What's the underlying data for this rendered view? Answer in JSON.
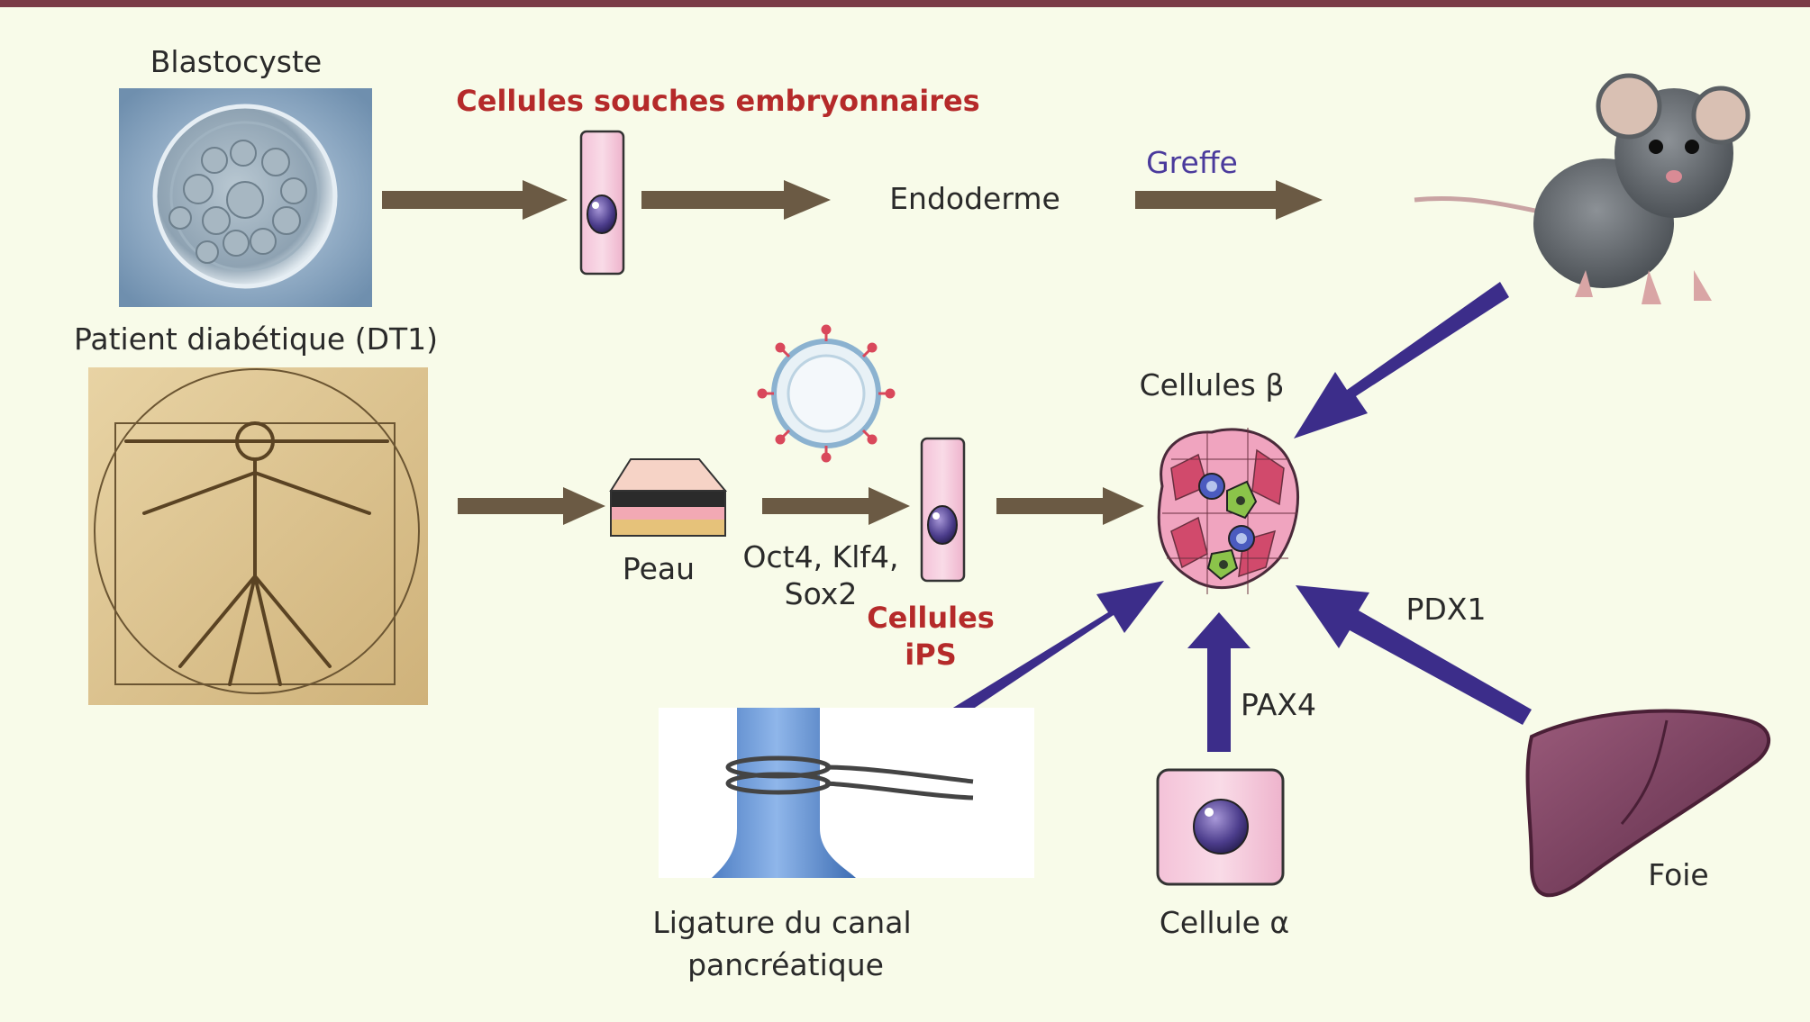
{
  "labels": {
    "blastocyste": "Blastocyste",
    "cellules_souches": "Cellules souches embryonnaires",
    "endoderme": "Endoderme",
    "greffe": "Greffe",
    "patient": "Patient diabétique (DT1)",
    "peau": "Peau",
    "facteurs_line1": "Oct4, Klf4,",
    "facteurs_line2": "Sox2",
    "ips_line1": "Cellules",
    "ips_line2": "iPS",
    "cellules_beta": "Cellules β",
    "pdx1": "PDX1",
    "pax4": "PAX4",
    "ligature_line1": "Ligature du canal",
    "ligature_line2": "pancréatique",
    "cellule_alpha": "Cellule α",
    "foie": "Foie"
  },
  "colors": {
    "background": "#f8fbe9",
    "top_bar": "#7a3b46",
    "brown_arrow": "#6b5a44",
    "blue_arrow": "#3c2d8a",
    "highlight_red": "#b52a2a",
    "greffe_blue": "#4a3a9c"
  }
}
